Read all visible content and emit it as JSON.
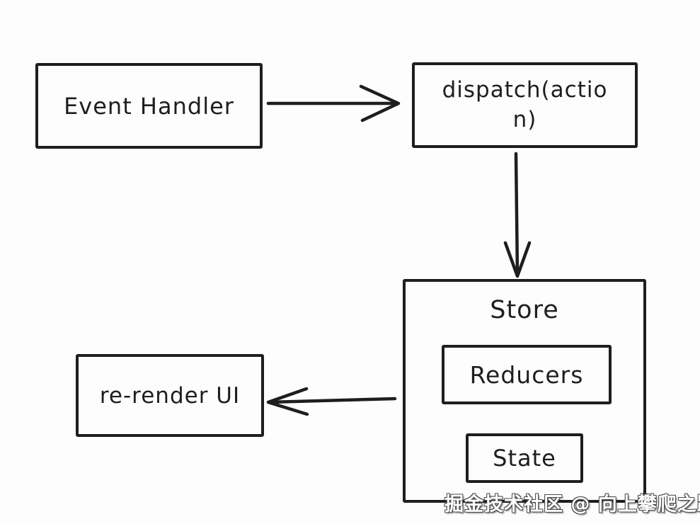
{
  "diagram": {
    "nodes": {
      "event_handler": {
        "label": "Event Handler"
      },
      "dispatch": {
        "label": "dispatch(action)",
        "display_lines": [
          "dispatch(actio",
          "n)"
        ]
      },
      "store": {
        "label": "Store"
      },
      "reducers": {
        "label": "Reducers"
      },
      "state": {
        "label": "State"
      },
      "re_render": {
        "label": "re-render UI"
      }
    },
    "edges": [
      {
        "from": "event_handler",
        "to": "dispatch",
        "direction": "right"
      },
      {
        "from": "dispatch",
        "to": "store",
        "direction": "down"
      },
      {
        "from": "store",
        "to": "re_render",
        "direction": "left"
      }
    ],
    "colors": {
      "stroke": "#1e1e1e",
      "background": "#fdfdfd"
    }
  },
  "watermark": {
    "text": "掘金技术社区 @ 向上攀爬之路",
    "fill": "#ffffff",
    "outline": "#4a4a4a"
  }
}
